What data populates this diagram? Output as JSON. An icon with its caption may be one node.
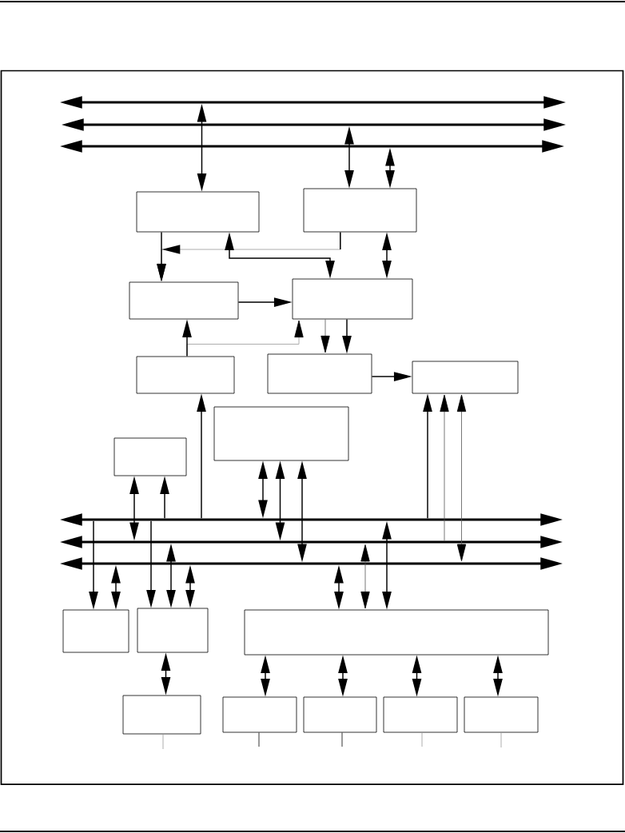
{
  "diagram": {
    "nodes": [
      {
        "text": [],
        "shape": "bar"
      },
      {
        "text": [],
        "shape": "bar"
      },
      {
        "text": [],
        "shape": "bar"
      },
      {
        "text": [],
        "shape": "box"
      },
      {
        "text": [],
        "shape": "box"
      },
      {
        "text": [],
        "shape": "box"
      },
      {
        "text": [],
        "shape": "box"
      },
      {
        "text": [],
        "shape": "box"
      },
      {
        "text": [],
        "shape": "box"
      },
      {
        "text": [],
        "shape": "box"
      },
      {
        "text": [],
        "shape": "box"
      },
      {
        "text": [],
        "shape": "box"
      },
      {
        "text": [],
        "shape": "bar"
      },
      {
        "text": [],
        "shape": "bar"
      },
      {
        "text": [],
        "shape": "bar"
      },
      {
        "text": [],
        "shape": "box"
      },
      {
        "text": [],
        "shape": "box"
      },
      {
        "text": [],
        "shape": "box"
      },
      {
        "text": [],
        "shape": "box"
      },
      {
        "text": [],
        "shape": "box"
      },
      {
        "text": [],
        "shape": "box"
      },
      {
        "text": [],
        "shape": "box"
      },
      {
        "text": [],
        "shape": "box"
      }
    ],
    "edges": [
      {
        "from": 0,
        "to": 3,
        "arrow": "both"
      },
      {
        "from": 1,
        "to": 4,
        "arrow": "both"
      },
      {
        "from": 2,
        "to": 4,
        "arrow": "both"
      },
      {
        "from": 3,
        "to": 5,
        "arrow": "to"
      },
      {
        "from": 4,
        "to": 5,
        "arrow": "to",
        "color": "#999999"
      },
      {
        "from": 3,
        "to": 6,
        "arrow": "both"
      },
      {
        "from": 4,
        "to": 6,
        "arrow": "both"
      },
      {
        "from": 5,
        "to": 6,
        "arrow": "to"
      },
      {
        "from": 7,
        "to": 5,
        "arrow": "to"
      },
      {
        "from": 7,
        "to": 6,
        "arrow": "to",
        "color": "#999999"
      },
      {
        "from": 6,
        "to": 8,
        "arrow": "to",
        "color": "#555555"
      },
      {
        "from": 6,
        "to": 8,
        "arrow": "to"
      },
      {
        "from": 8,
        "to": 9,
        "arrow": "to"
      },
      {
        "from": 11,
        "to": 13,
        "arrow": "both"
      },
      {
        "from": 12,
        "to": 11,
        "arrow": "to"
      },
      {
        "from": 12,
        "to": 7,
        "arrow": "to"
      },
      {
        "from": 10,
        "to": 12,
        "arrow": "both"
      },
      {
        "from": 10,
        "to": 13,
        "arrow": "both"
      },
      {
        "from": 10,
        "to": 14,
        "arrow": "both"
      },
      {
        "from": 12,
        "to": 9,
        "arrow": "to"
      },
      {
        "from": 13,
        "to": 9,
        "arrow": "to",
        "color": "#555555"
      },
      {
        "from": 9,
        "to": 14,
        "arrow": "both",
        "color": "#555555"
      },
      {
        "from": 12,
        "to": 15,
        "arrow": "to"
      },
      {
        "from": 14,
        "to": 15,
        "arrow": "both"
      },
      {
        "from": 12,
        "to": 16,
        "arrow": "to"
      },
      {
        "from": 13,
        "to": 16,
        "arrow": "both"
      },
      {
        "from": 14,
        "to": 16,
        "arrow": "both"
      },
      {
        "from": 14,
        "to": 17,
        "arrow": "both"
      },
      {
        "from": 13,
        "to": 17,
        "arrow": "both",
        "color": "#555555"
      },
      {
        "from": 12,
        "to": 17,
        "arrow": "both"
      },
      {
        "from": 16,
        "to": 18,
        "arrow": "both"
      },
      {
        "from": 17,
        "to": 19,
        "arrow": "both"
      },
      {
        "from": 17,
        "to": 20,
        "arrow": "both"
      },
      {
        "from": 17,
        "to": 21,
        "arrow": "both"
      },
      {
        "from": 17,
        "to": 22,
        "arrow": "both"
      },
      {
        "from": 18,
        "to": null,
        "arrow": "none",
        "color": "#999999"
      },
      {
        "from": 19,
        "to": null,
        "arrow": "none"
      },
      {
        "from": 20,
        "to": null,
        "arrow": "none"
      },
      {
        "from": 21,
        "to": null,
        "arrow": "none",
        "color": "#999999"
      },
      {
        "from": 22,
        "to": null,
        "arrow": "none",
        "color": "#999999"
      }
    ]
  }
}
